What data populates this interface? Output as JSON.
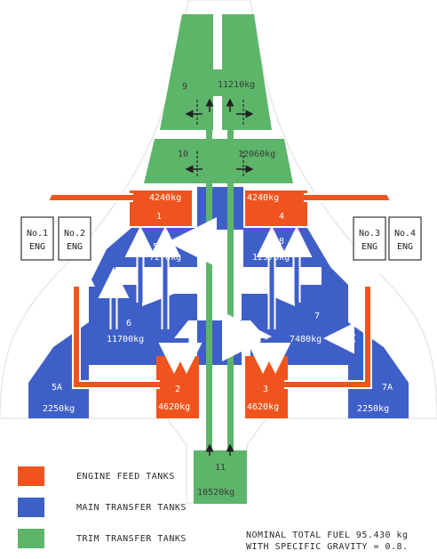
{
  "colors": {
    "engine_feed": "#f0541e",
    "main_transfer": "#3f5fc8",
    "trim_transfer": "#5db56a",
    "outline": "#e6e6e6",
    "text": "#2a2a2a"
  },
  "tanks": {
    "t9": {
      "id": "9"
    },
    "t9_11": {
      "value": "11210kg"
    },
    "t10": {
      "id": "10",
      "value": "12060kg"
    },
    "t1": {
      "id": "1",
      "value": "4240kg"
    },
    "t4": {
      "id": "4",
      "value": "4240kg"
    },
    "t5": {
      "id": "5",
      "value": "7270kg"
    },
    "t8": {
      "id": "8",
      "value": "12970kg"
    },
    "t6": {
      "id": "6",
      "value": "11700kg"
    },
    "t7": {
      "id": "7",
      "value": "7480kg"
    },
    "t5a": {
      "id": "5A",
      "value": "2250kg"
    },
    "t7a": {
      "id": "7A",
      "value": "2250kg"
    },
    "t2": {
      "id": "2",
      "value": "4620kg"
    },
    "t3": {
      "id": "3",
      "value": "4620kg"
    },
    "t11": {
      "id": "11",
      "value": "10520kg"
    }
  },
  "engines": [
    {
      "line1": "No.1",
      "line2": "ENG"
    },
    {
      "line1": "No.2",
      "line2": "ENG"
    },
    {
      "line1": "No.3",
      "line2": "ENG"
    },
    {
      "line1": "No.4",
      "line2": "ENG"
    }
  ],
  "legend": [
    {
      "label": "ENGINE FEED TANKS"
    },
    {
      "label": "MAIN TRANSFER TANKS"
    },
    {
      "label": "TRIM TRANSFER TANKS"
    }
  ],
  "note": {
    "line1": "NOMINAL TOTAL FUEL 95.430 kg",
    "line2": "WITH SPECIFIC GRAVITY = 0.8."
  }
}
